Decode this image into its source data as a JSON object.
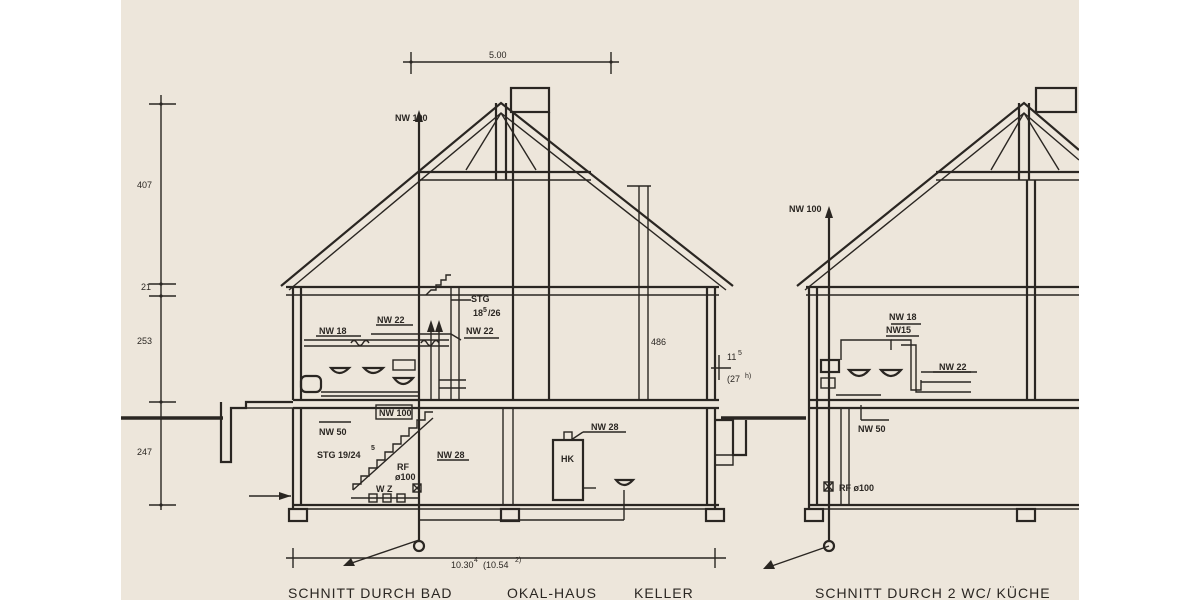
{
  "dimensions": {
    "top_width": "5.00",
    "h_407": "407",
    "h_21": "21",
    "h_253": "253",
    "h_247": "247",
    "h_486": "486",
    "h_11_5": "11",
    "h_11_5_sup": "5",
    "h_27": "(27",
    "h_27_sup": "h)",
    "bottom_len": "10.30",
    "bottom_len_sup": "4",
    "bottom_len_alt": "(10.54",
    "bottom_len_alt_sup": "2)"
  },
  "left_section": {
    "labels": {
      "nw100_top": "NW 100",
      "nw18": "NW 18",
      "nw22_a": "NW 22",
      "nw22_b": "NW 22",
      "nw100_mid": "NW 100",
      "nw50": "NW 50",
      "stg_top": "STG",
      "stg_top_2": "18",
      "stg_top_2_sup": "5",
      "stg_top_3": "/26",
      "stg_bottom": "STG 19/24",
      "stg_bottom_sup": "5",
      "rf": "RF",
      "rf_2": "ø100",
      "wz": "W Z",
      "nw28_a": "NW 28",
      "nw28_b": "NW 28",
      "hk": "HK"
    }
  },
  "right_section": {
    "labels": {
      "nw100": "NW 100",
      "nw18": "NW 18",
      "nw15": "NW15",
      "nw22": "NW 22",
      "nw50": "NW 50",
      "rf": "RF ø100"
    }
  },
  "captions": {
    "left": "SCHNITT DURCH BAD",
    "middle": "OKAL-HAUS",
    "keller": "KELLER",
    "right": "SCHNITT DURCH 2 WC/ KÜCHE"
  }
}
